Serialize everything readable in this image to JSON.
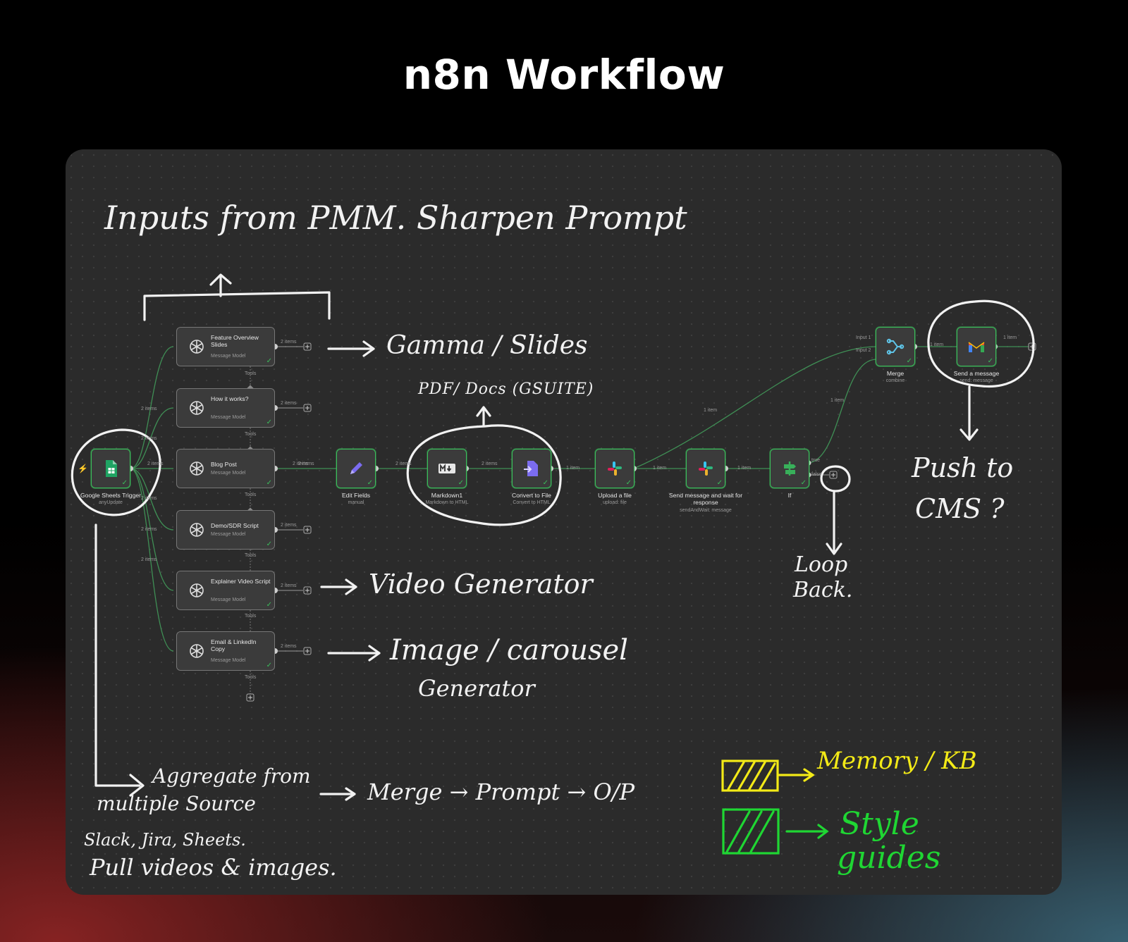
{
  "title": "n8n Workflow",
  "colors": {
    "accent_green": "#3bbd5b",
    "annotation_yellow": "#f3ea17",
    "annotation_green": "#1fd633",
    "canvas": "#2b2b2b"
  },
  "trigger": {
    "name": "Google Sheets Trigger",
    "sub": "anyUpdate",
    "icon": "google-sheets-icon"
  },
  "agents": [
    {
      "title": "Feature Overview Slides",
      "sub": "Message Model",
      "out": "2 items",
      "tools": "Tools"
    },
    {
      "title": "How it works?",
      "sub": "Message Model",
      "out": "2 items",
      "tools": "Tools"
    },
    {
      "title": "Blog Post",
      "sub": "Message Model",
      "out": "2 items",
      "tools": "Tools"
    },
    {
      "title": "Demo/SDR Script",
      "sub": "Message Model",
      "out": "2 items",
      "tools": "Tools"
    },
    {
      "title": "Explainer Video Script",
      "sub": "Message Model",
      "out": "2 items",
      "tools": "Tools"
    },
    {
      "title": "Email & LinkedIn Copy",
      "sub": "Message Model",
      "out": "2 items",
      "tools": "Tools"
    }
  ],
  "branch_counts": [
    "2 items",
    "2 items",
    "2 items",
    "2 items",
    "2 items",
    "2 items"
  ],
  "main_nodes": [
    {
      "name": "Edit Fields",
      "sub": "manual",
      "icon": "pencil-icon",
      "in": "2 items"
    },
    {
      "name": "Markdown1",
      "sub": "Markdown to HTML",
      "icon": "markdown-icon",
      "in": "2 items"
    },
    {
      "name": "Convert to File",
      "sub": "Convert to HTML",
      "icon": "convert-file-icon",
      "in": "2 items"
    },
    {
      "name": "Upload a file",
      "sub": "upload: file",
      "icon": "slack-icon",
      "in": "1 item"
    },
    {
      "name": "Send message and wait for response",
      "sub": "sendAndWait: message",
      "icon": "slack-icon",
      "in": "1 item"
    },
    {
      "name": "If",
      "sub": "",
      "icon": "if-icon",
      "in": "1 item"
    }
  ],
  "if_outputs": {
    "true": "true",
    "false": "false"
  },
  "merge": {
    "name": "Merge",
    "sub": "combine",
    "input1": "Input 1",
    "input2": "Input 2",
    "icon": "merge-icon"
  },
  "gmail": {
    "name": "Send a message",
    "sub": "send: message",
    "in": "1 item",
    "out": "1 item",
    "icon": "gmail-icon"
  },
  "edge_labels": {
    "upload_to_merge": "1 item",
    "if_to_merge": "1 item"
  },
  "annotations": {
    "top_inputs": "Inputs from PMM. Sharpen Prompt",
    "gamma": "Gamma / Slides",
    "pdf": "PDF/ Docs (GSUITE)",
    "video": "Video Generator",
    "image_line1": "Image / carousel",
    "image_line2": "Generator",
    "loop_line1": "Loop",
    "loop_line2": "Back.",
    "push_line1": "Push to",
    "push_line2": "CMS ?",
    "aggregate_line1": "Aggregate from",
    "aggregate_line2": "multiple Source",
    "merge_chain": "Merge → Prompt → O/P",
    "sources": "Slack, Jira, Sheets.",
    "pull": "Pull videos & images.",
    "memory": "Memory / KB",
    "style_line1": "Style",
    "style_line2": "guides"
  }
}
